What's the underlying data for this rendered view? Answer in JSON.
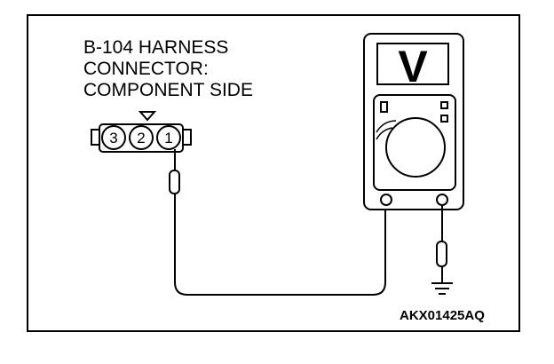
{
  "connector_label": {
    "line1": "B-104 HARNESS",
    "line2": "CONNECTOR:",
    "line3": "COMPONENT SIDE"
  },
  "connector": {
    "pins": [
      "3",
      "2",
      "1"
    ]
  },
  "meter": {
    "display_symbol": "V"
  },
  "figure_id": "AKX01425AQ"
}
